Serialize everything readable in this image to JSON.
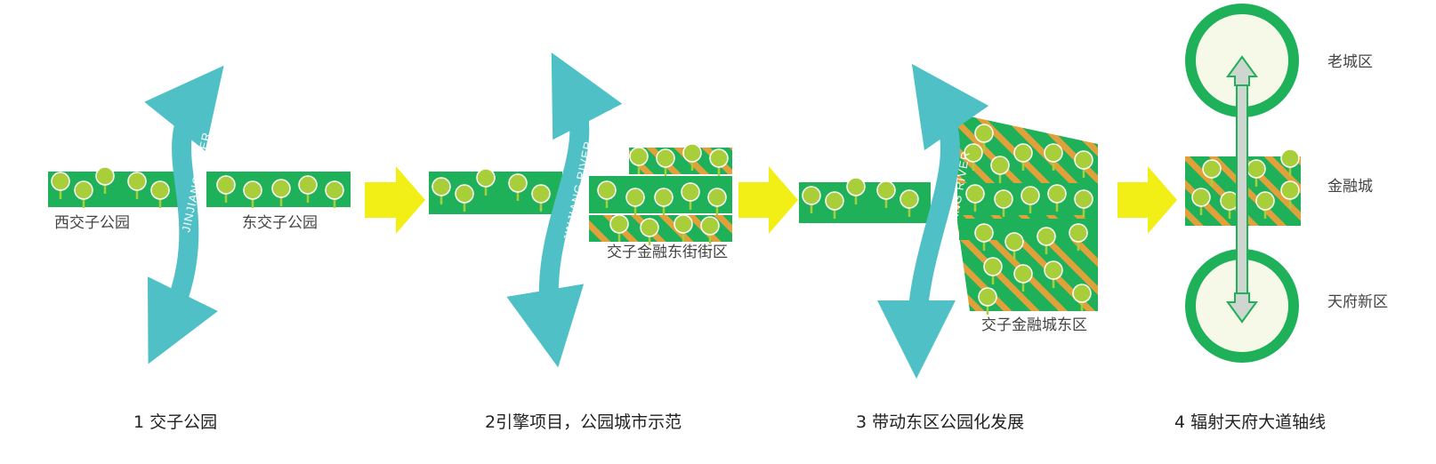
{
  "colors": {
    "park_green": "#1fb05a",
    "tree_lime": "#a8cf3a",
    "stripe_orange": "#e0a13a",
    "river_teal": "#4fc1c6",
    "arrow_yellow": "#f2ef16",
    "ring_inner": "#f6f9e8",
    "axis_grey": "#cfd6cf"
  },
  "step1": {
    "river_label": "JINJIANG RIVER",
    "west_label": "西交子公园",
    "east_label": "东交子公园",
    "caption": "1 交子公园"
  },
  "step2": {
    "river_label": "JINJIANG RIVER",
    "district_label": "交子金融东街街区",
    "caption": "2引擎项目，公园城市示范"
  },
  "step3": {
    "river_label": "JINJIANG RIVER",
    "district_label": "交子金融城东区",
    "caption": "3 带动东区公园化发展"
  },
  "step4": {
    "old_city": "老城区",
    "finance_city": "金融城",
    "tianfu_new": "天府新区",
    "caption": "4 辐射天府大道轴线"
  }
}
